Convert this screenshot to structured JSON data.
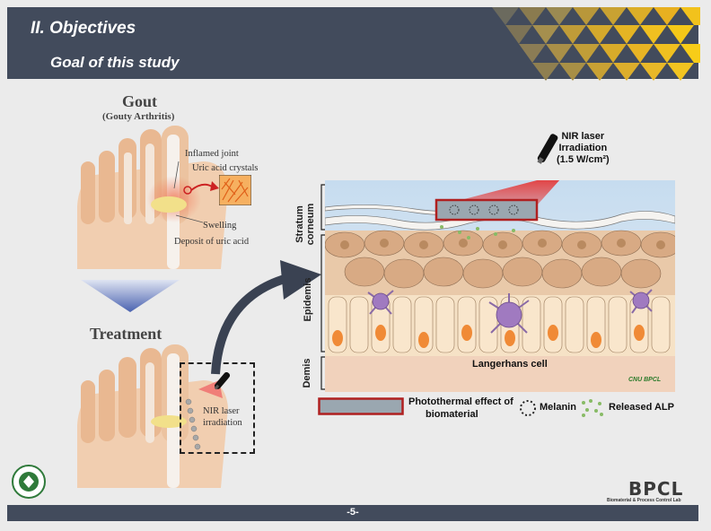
{
  "header": {
    "title": "II. Objectives",
    "subtitle": "Goal of this study"
  },
  "gout": {
    "title": "Gout",
    "subtitle": "(Gouty Arthritis)",
    "labels": {
      "inflamed": "Inflamed joint",
      "crystals": "Uric acid crystals",
      "swelling": "Swelling",
      "deposit": "Deposit of uric acid"
    }
  },
  "treatment": {
    "title": "Treatment",
    "nir_line1": "NIR laser",
    "nir_line2": "irradiation"
  },
  "skin": {
    "stratum_line1": "Stratum",
    "stratum_line2": "corneum",
    "epidermis": "Epidemis",
    "dermis": "Demis",
    "langerhans": "Langerhans cell",
    "watermark": "CNU BPCL"
  },
  "nir_top": {
    "line1": "NIR laser",
    "line2": "Irradiation",
    "line3": "(1.5 W/cm²)"
  },
  "legend": {
    "photothermal_line1": "Photothermal effect of",
    "photothermal_line2": "biomaterial",
    "melanin": "Melanin",
    "alp": "Released ALP"
  },
  "footer": {
    "page": "-5-"
  },
  "branding": {
    "name": "BPCL",
    "tagline": "Biomaterial & Process Control Lab"
  },
  "colors": {
    "header_bg": "#424b5c",
    "accent_gold": "#e8b020",
    "laser_red": "#e43b3b",
    "skin": "#f0cfa8"
  }
}
